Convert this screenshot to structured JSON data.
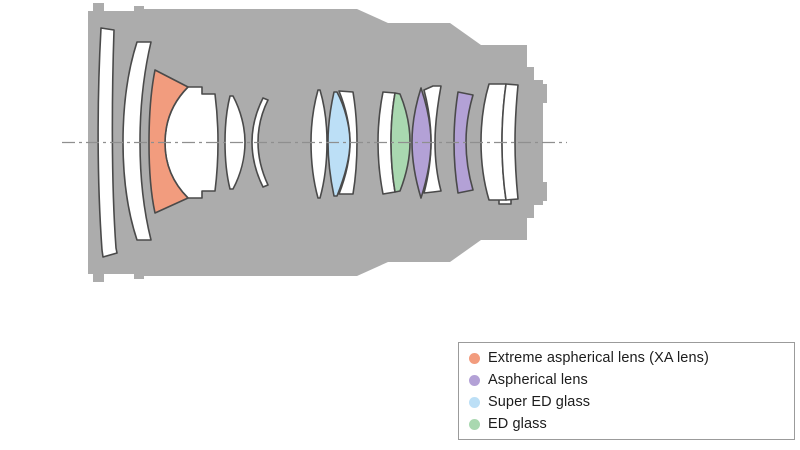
{
  "colors": {
    "barrel": "#ACACAC",
    "outline": "#4A4A4A",
    "axis": "#8F8F8F",
    "xa_lens": "#F29C7E",
    "aspherical_lens": "#B3A1D6",
    "super_ed_glass": "#BCDFF6",
    "ed_glass": "#A9D8B0"
  },
  "legend": {
    "items": [
      {
        "label": "Extreme aspherical lens (XA lens)"
      },
      {
        "label": "Aspherical lens"
      },
      {
        "label": "Super ED glass"
      },
      {
        "label": "ED glass"
      }
    ]
  }
}
